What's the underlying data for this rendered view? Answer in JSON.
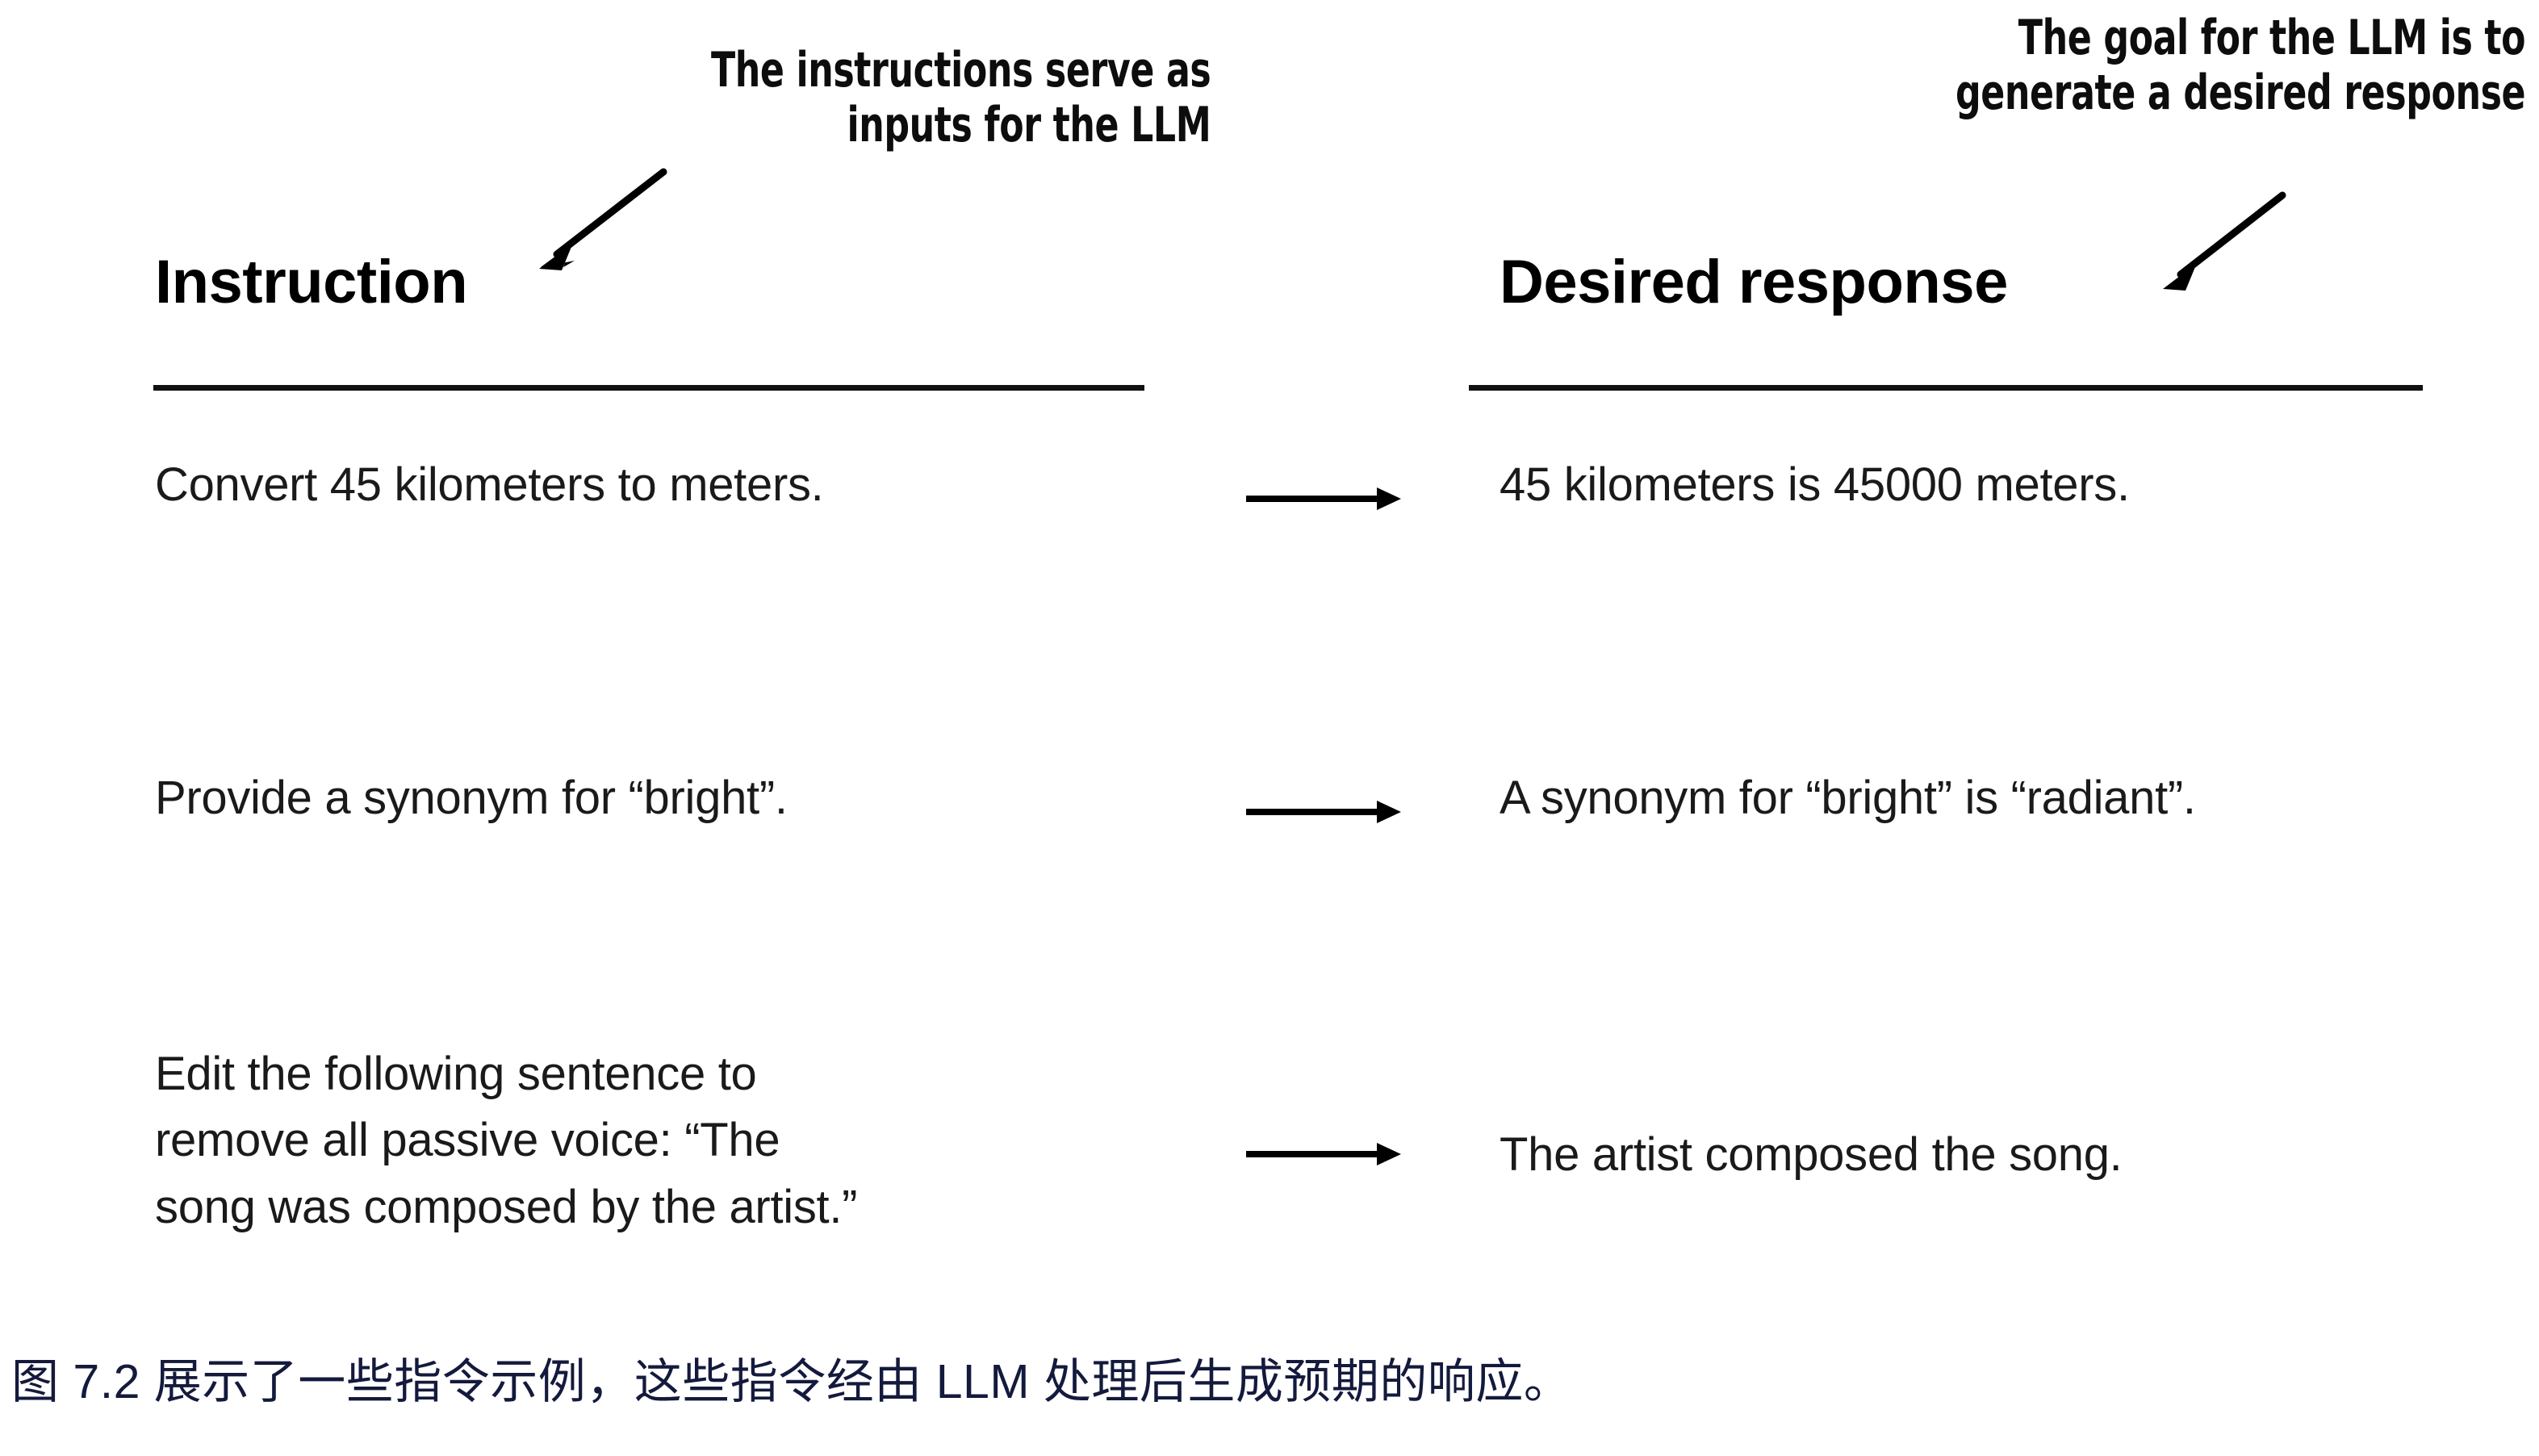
{
  "figure": {
    "background_color": "#ffffff",
    "text_color": "#000000",
    "caption_color": "#141a3c"
  },
  "annotations": {
    "left": {
      "line1": "The instructions serve as",
      "line2": "inputs for the LLM",
      "arrow_icon": "diagonal-arrow-down-left-icon"
    },
    "right": {
      "line1": "The goal for the LLM is to",
      "line2": "generate a desired response",
      "arrow_icon": "diagonal-arrow-down-left-icon"
    }
  },
  "columns": {
    "left_heading": "Instruction",
    "right_heading": "Desired response"
  },
  "rows": [
    {
      "instruction_lines": [
        "Convert 45 kilometers to meters."
      ],
      "arrow_icon": "right-arrow-icon",
      "response_lines": [
        "45 kilometers is 45000 meters."
      ]
    },
    {
      "instruction_lines": [
        "Provide a synonym for “bright”."
      ],
      "arrow_icon": "right-arrow-icon",
      "response_lines": [
        "A synonym for “bright” is “radiant”."
      ]
    },
    {
      "instruction_lines": [
        "Edit the following sentence to",
        "remove all passive voice: “The",
        "song was composed by the artist.”"
      ],
      "arrow_icon": "right-arrow-icon",
      "response_lines": [
        "The artist composed the song."
      ]
    }
  ],
  "caption": {
    "text": "图 7.2 展示了一些指令示例，这些指令经由 LLM 处理后生成预期的响应。"
  }
}
